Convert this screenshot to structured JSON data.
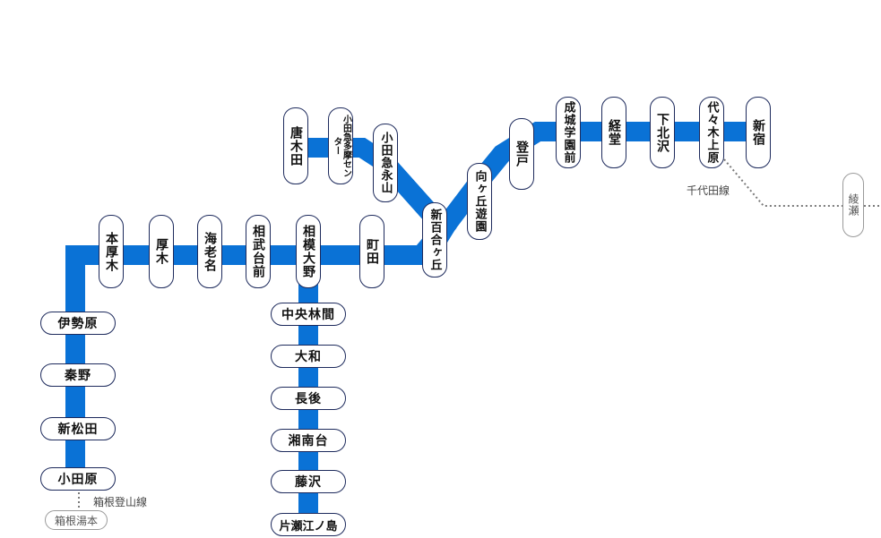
{
  "lines": {
    "chiyoda": "千代田線",
    "hakone": "箱根登山線"
  },
  "stations": {
    "shinjuku": "新宿",
    "yoyogi_uehara": "代々木上原",
    "shimokitazawa": "下北沢",
    "kyodo": "経堂",
    "seijogakuen_mae": "成城学園前",
    "noborito": "登戸",
    "mukogaoka_yuen": "向ヶ丘遊園",
    "shin_yurigaoka": "新百合ヶ丘",
    "odakyu_nagayama": "小田急永山",
    "odakyu_tama_center": "小田急多摩センター",
    "karakida": "唐木田",
    "machida": "町田",
    "sagami_ono": "相模大野",
    "sagami_otsuka": "相武台前",
    "ebina": "海老名",
    "hon_atsugi_2": "厚木",
    "hon_atsugi": "本厚木",
    "isehara": "伊勢原",
    "hadano": "秦野",
    "shin_matsuda": "新松田",
    "odawara": "小田原",
    "hakone_yumoto": "箱根湯本",
    "chuo_rinkan": "中央林間",
    "yamato": "大和",
    "chogo": "長後",
    "shonandai": "湘南台",
    "fujisawa": "藤沢",
    "katase_enoshima": "片瀬江ノ島",
    "ayase": "綾瀬"
  },
  "colors": {
    "line_blue": "#0a72d6",
    "station_border": "#1d2a5c",
    "connector_gray": "#7a7a7a"
  }
}
